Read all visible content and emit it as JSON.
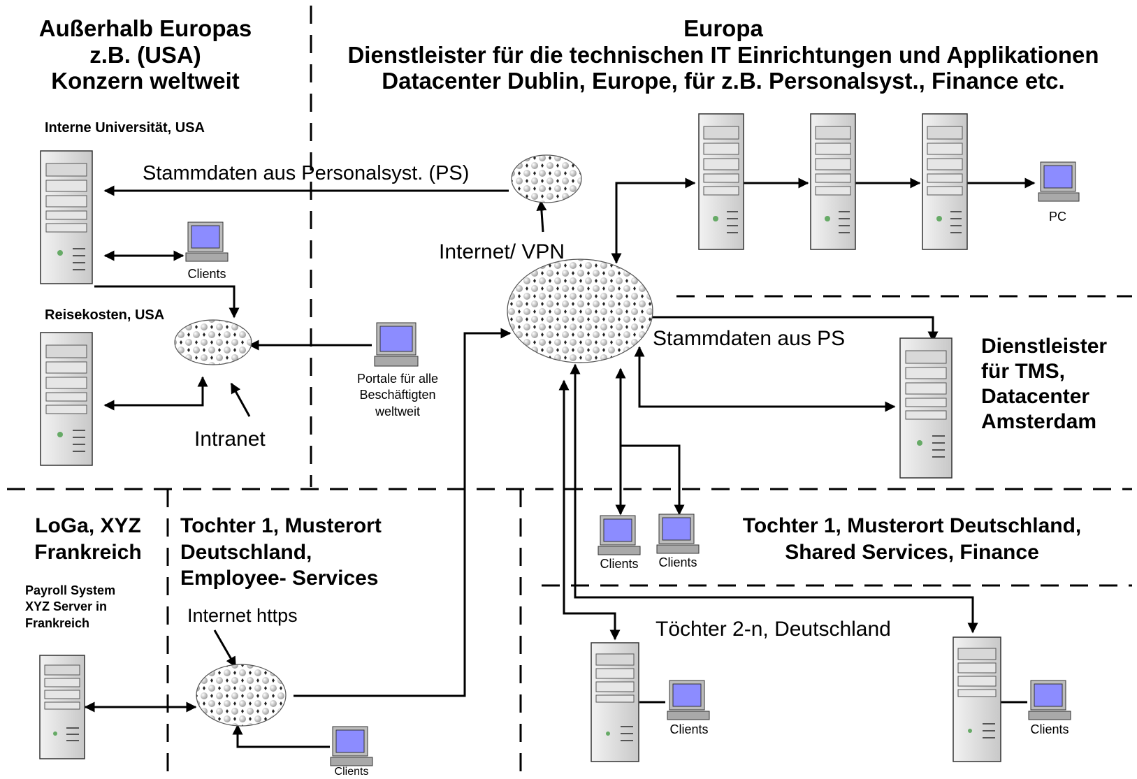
{
  "regions": {
    "outside_europe": {
      "title_line1": "Außerhalb Europas",
      "title_line2": "z.B. (USA)",
      "title_line3": "Konzern weltweit"
    },
    "europe": {
      "title": "Europa",
      "subtitle_line1": "Dienstleister für die technischen IT Einrichtungen und Applikationen",
      "subtitle_line2": "Datacenter Dublin, Europe, für z.B. Personalsyst., Finance etc."
    },
    "tms": {
      "line1": "Dienstleister",
      "line2": "für TMS,",
      "line3": "Datacenter",
      "line4": "Amsterdam"
    },
    "loga": {
      "line1": "LoGa, XYZ",
      "line2": "Frankreich",
      "sub1": "Payroll System",
      "sub2": "XYZ Server in",
      "sub3": "Frankreich"
    },
    "tochter1_es": {
      "line1": "Tochter 1, Musterort",
      "line2": "Deutschland,",
      "line3": "Employee- Services"
    },
    "tochter1_ss": {
      "line1": "Tochter 1, Musterort Deutschland,",
      "line2": "Shared Services, Finance"
    },
    "toechter2n": {
      "label": "Töchter 2-n, Deutschland"
    }
  },
  "nodes": {
    "uni_server": {
      "label": "Interne Universität, USA"
    },
    "travel_server": {
      "label": "Reisekosten, USA"
    },
    "uni_clients": {
      "label": "Clients"
    },
    "portal_pc": {
      "line1": "Portale für alle",
      "line2": "Beschäftigten",
      "line3": "weltweit"
    },
    "dublin_pc": {
      "label": "PC"
    },
    "ss_clients_a": {
      "label": "Clients"
    },
    "ss_clients_b": {
      "label": "Clients"
    },
    "t2_clients_a": {
      "label": "Clients"
    },
    "t2_clients_b": {
      "label": "Clients"
    },
    "es_clients": {
      "label": "Clients"
    }
  },
  "edges": {
    "stammdaten_ps_top": "Stammdaten aus Personalsyst. (PS)",
    "stammdaten_ps": "Stammdaten aus PS"
  },
  "clouds": {
    "intranet": "Intranet",
    "internet_vpn": "Internet/ VPN",
    "internet_https": "Internet https"
  },
  "colors": {
    "line": "#000000",
    "server_light": "#e4e4e4",
    "server_dark": "#8a8a8a",
    "screen": "#8c8cff",
    "cloud": "#d6d6d6"
  }
}
